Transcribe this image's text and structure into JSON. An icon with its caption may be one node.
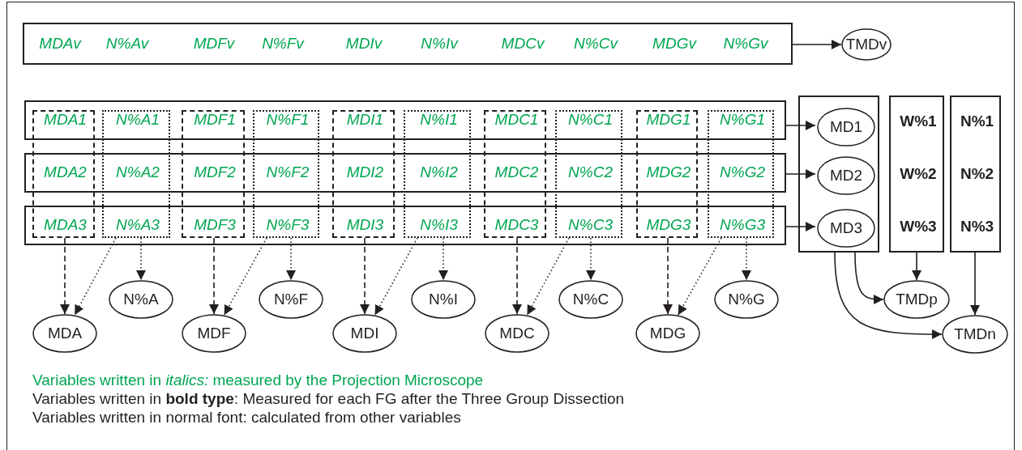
{
  "diagram": {
    "nodes": [
      {
        "text": [
          "MDAv",
          "N%Av",
          "MDFv",
          "N%Fv",
          "MDIv",
          "N%Iv",
          "MDCv",
          "N%Cv",
          "MDGv",
          "N%Gv"
        ]
      },
      {
        "text": [
          "TMDv"
        ]
      },
      {
        "text": [],
        "shape": "box"
      },
      {
        "text": [],
        "shape": "box"
      },
      {
        "text": [],
        "shape": "box"
      },
      {
        "text": [
          "MDA1",
          "MDA2",
          "MDA3"
        ]
      },
      {
        "text": [
          "N%A1",
          "N%A2",
          "N%A3"
        ]
      },
      {
        "text": [
          "MDF1",
          "MDF2",
          "MDF3"
        ]
      },
      {
        "text": [
          "N%F1",
          "N%F2",
          "N%F3"
        ]
      },
      {
        "text": [
          "MDI1",
          "MDI2",
          "MDI3"
        ]
      },
      {
        "text": [
          "N%I1",
          "N%I2",
          "N%I3"
        ]
      },
      {
        "text": [
          "MDC1",
          "MDC2",
          "MDC3"
        ]
      },
      {
        "text": [
          "N%C1",
          "N%C2",
          "N%C3"
        ]
      },
      {
        "text": [
          "MDG1",
          "MDG2",
          "MDG3"
        ]
      },
      {
        "text": [
          "N%G1",
          "N%G2",
          "N%G3"
        ]
      },
      {
        "text": [],
        "shape": "box"
      },
      {
        "text": [
          "MD1"
        ],
        "in": 15
      },
      {
        "text": [
          "MD2"
        ],
        "in": 15
      },
      {
        "text": [
          "MD3"
        ],
        "in": 15
      },
      {
        "text": [
          "W%1",
          "W%2",
          "W%3"
        ]
      },
      {
        "text": [
          "N%1",
          "N%2",
          "N%3"
        ]
      },
      {
        "text": [
          "MDA"
        ]
      },
      {
        "text": [
          "N%A"
        ]
      },
      {
        "text": [
          "MDF"
        ]
      },
      {
        "text": [
          "N%F"
        ]
      },
      {
        "text": [
          "MDI"
        ]
      },
      {
        "text": [
          "N%I"
        ]
      },
      {
        "text": [
          "MDC"
        ]
      },
      {
        "text": [
          "N%C"
        ]
      },
      {
        "text": [
          "MDG"
        ]
      },
      {
        "text": [
          "N%G"
        ]
      },
      {
        "text": [
          "TMDp"
        ]
      },
      {
        "text": [
          "TMDn"
        ]
      }
    ],
    "edges": [
      {
        "from": 0,
        "to": 1,
        "arrow": "to"
      },
      {
        "from": 2,
        "to": 16,
        "arrow": "to"
      },
      {
        "from": 3,
        "to": 17,
        "arrow": "to"
      },
      {
        "from": 4,
        "to": 18,
        "arrow": "to"
      },
      {
        "from": 5,
        "to": 21,
        "arrow": "to",
        "style": "dashed"
      },
      {
        "from": 6,
        "to": 21,
        "arrow": "to",
        "style": "dashed"
      },
      {
        "from": 6,
        "to": 22,
        "arrow": "to",
        "style": "dashed"
      },
      {
        "from": 7,
        "to": 23,
        "arrow": "to",
        "style": "dashed"
      },
      {
        "from": 8,
        "to": 23,
        "arrow": "to",
        "style": "dashed"
      },
      {
        "from": 8,
        "to": 24,
        "arrow": "to",
        "style": "dashed"
      },
      {
        "from": 9,
        "to": 25,
        "arrow": "to",
        "style": "dashed"
      },
      {
        "from": 10,
        "to": 25,
        "arrow": "to",
        "style": "dashed"
      },
      {
        "from": 10,
        "to": 26,
        "arrow": "to",
        "style": "dashed"
      },
      {
        "from": 11,
        "to": 27,
        "arrow": "to",
        "style": "dashed"
      },
      {
        "from": 12,
        "to": 27,
        "arrow": "to",
        "style": "dashed"
      },
      {
        "from": 12,
        "to": 28,
        "arrow": "to",
        "style": "dashed"
      },
      {
        "from": 13,
        "to": 29,
        "arrow": "to",
        "style": "dashed"
      },
      {
        "from": 14,
        "to": 29,
        "arrow": "to",
        "style": "dashed"
      },
      {
        "from": 14,
        "to": 30,
        "arrow": "to",
        "style": "dashed"
      },
      {
        "from": 15,
        "to": 31,
        "arrow": "to"
      },
      {
        "from": 15,
        "to": 32,
        "arrow": "to"
      },
      {
        "from": 19,
        "to": 31,
        "arrow": "to"
      },
      {
        "from": 20,
        "to": 32,
        "arrow": "to"
      }
    ],
    "labels": [
      "Variables written in *italics:* measured by the Projection Microscope",
      "Variables written in **bold type**: Measured for each FG after the Three Group Dissection",
      "Variables written in normal font: calculated from other variables"
    ]
  }
}
